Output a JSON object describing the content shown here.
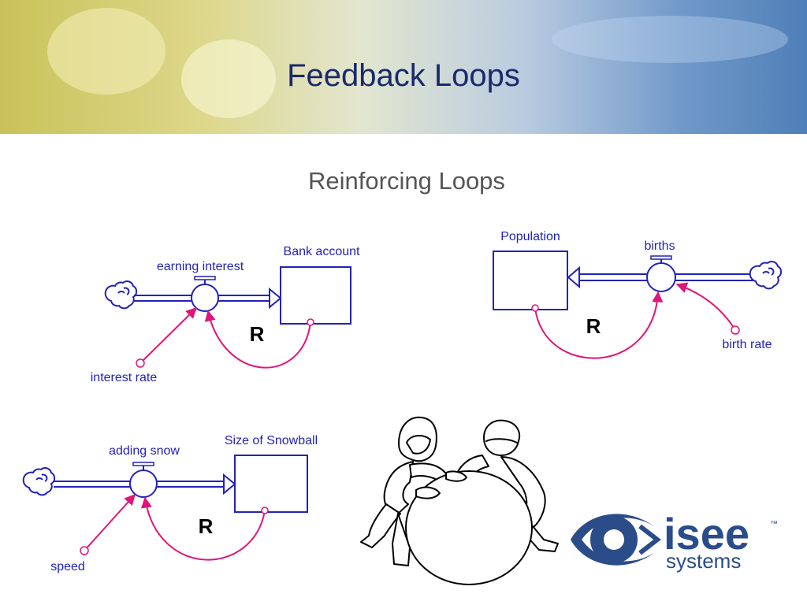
{
  "slide": {
    "title": "Feedback Loops",
    "subtitle": "Reinforcing Loops"
  },
  "diagrams": {
    "bank": {
      "stock": "Bank account",
      "flow": "earning interest",
      "converter": "interest rate",
      "loop": "R"
    },
    "population": {
      "stock": "Population",
      "flow": "births",
      "converter": "birth rate",
      "loop": "R"
    },
    "snowball": {
      "stock": "Size of Snowball",
      "flow": "adding snow",
      "converter": "speed",
      "loop": "R"
    }
  },
  "logo": {
    "word": "isee",
    "sub": "systems",
    "tm": "™"
  },
  "colors": {
    "title": "#1a2a6c",
    "stock_flow": "#2222bb",
    "connector": "#e0157a",
    "logo": "#2a4d8a"
  }
}
